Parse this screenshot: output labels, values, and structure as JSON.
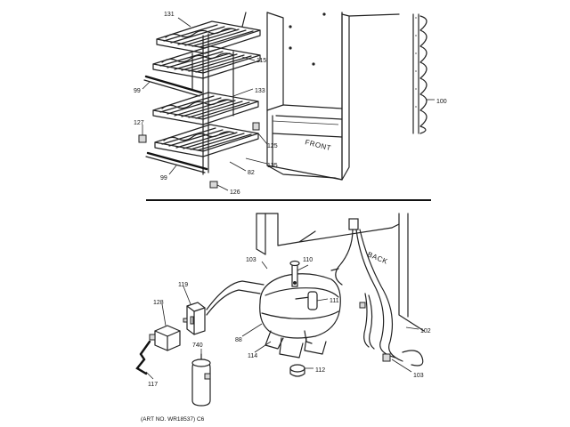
{
  "callouts": {
    "c131": "131",
    "c115": "115",
    "c99a": "99",
    "c133": "133",
    "c127": "127",
    "c125": "125",
    "c135": "135",
    "c82": "82",
    "c99b": "99",
    "c126": "126",
    "c100": "100",
    "c103a": "103",
    "c110": "110",
    "c111": "111",
    "c119": "119",
    "c128": "128",
    "c88": "88",
    "c740": "740",
    "c114": "114",
    "c112": "112",
    "c102": "102",
    "c103b": "103",
    "c117": "117"
  },
  "labels": {
    "front": "FRONT",
    "back": "BACK"
  },
  "footer": {
    "art_number": "(ART NO. WR18537) C6"
  }
}
